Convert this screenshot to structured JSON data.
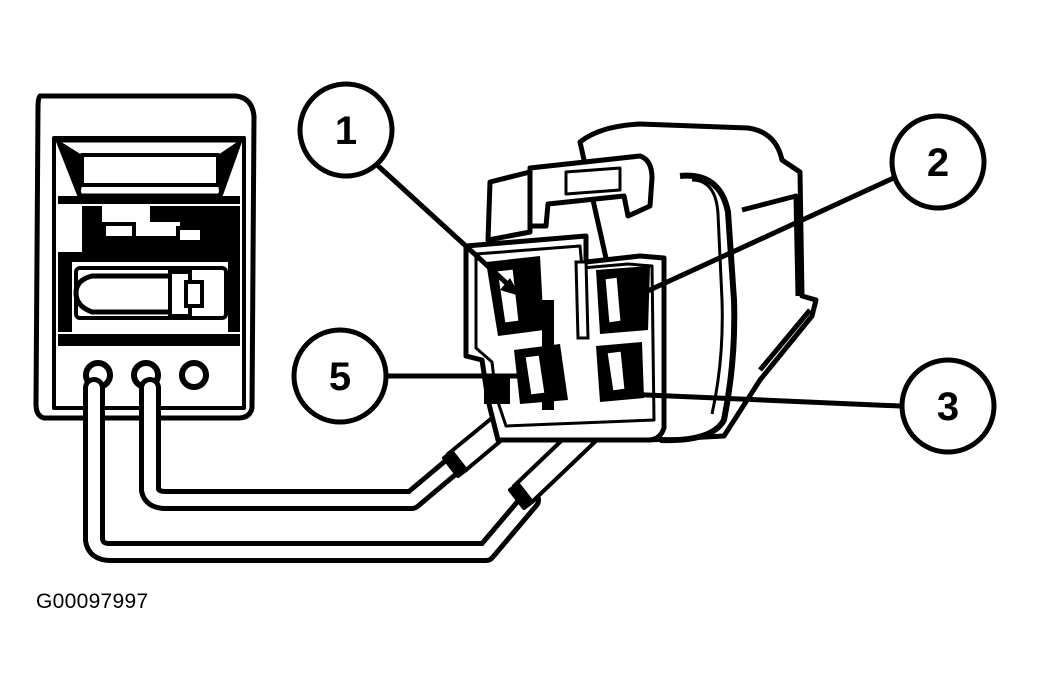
{
  "figure_id": "G00097997",
  "callouts": {
    "c1": "1",
    "c2": "2",
    "c3": "3",
    "c5": "5"
  },
  "colors": {
    "ink": "#000000",
    "paper": "#ffffff"
  }
}
